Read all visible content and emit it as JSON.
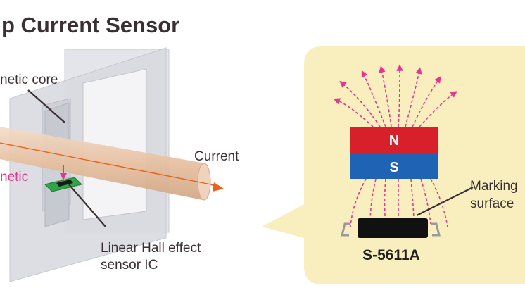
{
  "title": "p Current Sensor",
  "left_diagram": {
    "label_core": "netic core",
    "label_magnetic": "netic",
    "label_current": "Current",
    "label_sensor_line1": "Linear Hall effect",
    "label_sensor_line2": "sensor IC"
  },
  "callout": {
    "magnet_north": "N",
    "magnet_south": "S",
    "label_marking_line1": "Marking",
    "label_marking_line2": "surface",
    "part_number": "S-5611A"
  },
  "colors": {
    "title": "#3a3034",
    "bubble": "#f8eebe",
    "core": "#dcdde2",
    "conductor": "#e8c4a6",
    "current_arrow": "#e8621b",
    "field_lines": "#e8358c",
    "magnet_north": "#d7202a",
    "magnet_south": "#1f63b4",
    "ic_body": "#111111",
    "sensor_chip": "#2fa545"
  }
}
